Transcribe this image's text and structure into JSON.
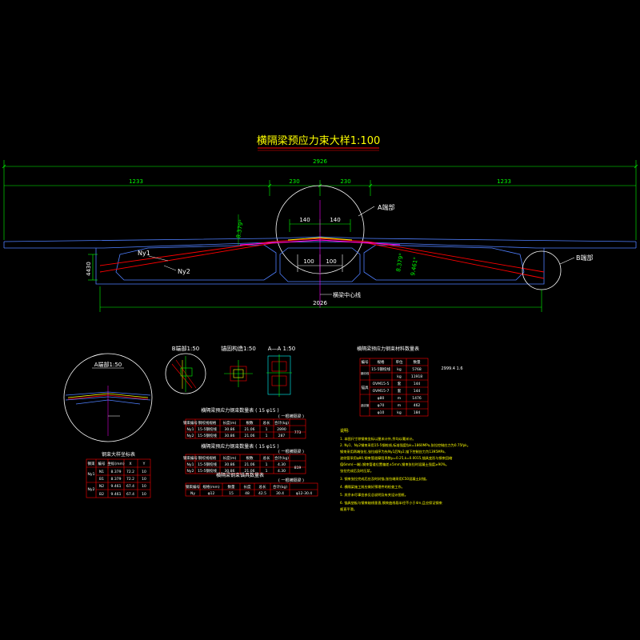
{
  "drawing": {
    "title": "横隔梁预应力束大样1:100",
    "dim_total": "2926",
    "dim_left": "1233",
    "dim_center_left": "230",
    "dim_center_right": "230",
    "dim_right": "1233",
    "dim_140_left": "140",
    "dim_140_right": "140",
    "dim_100_left": "100",
    "dim_100_right": "100",
    "dim_bottom": "2026",
    "dim_vertical": "4430",
    "angle_left": "8.379°",
    "angle_right_a": "8.379°",
    "angle_right_b": "9.461°",
    "label_ny1": "Ny1",
    "label_ny2": "Ny2",
    "label_detail_a": "A端部",
    "label_detail_b": "B端部",
    "label_centerline": "横梁中心线"
  },
  "detail_views": {
    "a_detail_title": "A端部1:50",
    "b_detail_title": "B端部1:50",
    "anchor_title": "锚固构造1:50",
    "section_title": "A—A 1:50"
  },
  "tables": {
    "materials_title": "横隔梁预应力钢束材料数量表",
    "materials_note": "2999.4 1.6",
    "materials_header": [
      "编号",
      "规格",
      "单位",
      "数量"
    ],
    "materials_rows": [
      [
        "钢绞线",
        "15-5钢绞线",
        "kg",
        "5768"
      ],
      [
        "",
        "",
        "kg",
        "11918"
      ],
      [
        "锚具",
        "OVM15-5",
        "套",
        "144"
      ],
      [
        "",
        "OVM15-7",
        "套",
        "144"
      ],
      [
        "波纹管",
        "φ80",
        "m",
        "1476"
      ],
      [
        "",
        "φ70",
        "m",
        "462"
      ],
      [
        "",
        "φ10",
        "kg",
        "184"
      ]
    ],
    "table1_title": "横隔梁预应力钢束数量表 ( 15 φ15 )",
    "table1_note": "( 一根横隔梁 )",
    "table1_header": [
      "钢束编号",
      "钢绞线规格",
      "长度(m)",
      "根数",
      "总长",
      "合计(kg)"
    ],
    "table1_rows": [
      [
        "Ny1",
        "15-5钢绞线",
        "30.86",
        "21.06",
        "1",
        "2890"
      ],
      [
        "Ny2",
        "15-5钢绞线",
        "30.86",
        "21.06",
        "1",
        "287"
      ]
    ],
    "table1_total": "773",
    "table2_title": "横隔梁预应力钢束数量表 ( 15 φ15 )",
    "table2_note": "( 一根横隔梁 )",
    "table2_header": [
      "钢束编号",
      "钢绞线规格",
      "长度(m)",
      "根数",
      "总长",
      "合计(kg)"
    ],
    "table2_rows": [
      [
        "Ny1",
        "15-5钢绞线",
        "30.86",
        "21.06",
        "1",
        "4.30"
      ],
      [
        "Ny2",
        "15-5钢绞线",
        "30.86",
        "21.06",
        "1",
        "4.30"
      ]
    ],
    "table2_total": "819",
    "table3_title": "横隔梁钢束锚具数量表",
    "table3_note": "( 一根横隔梁 )",
    "table3_header": [
      "钢束编号",
      "规格(mm)",
      "数量",
      "长度",
      "总长",
      "合计(kg)"
    ],
    "table3_rows": [
      [
        "Ny",
        "φ12",
        "15",
        "48",
        "42.5",
        "30.4",
        "φ12-30.4"
      ]
    ],
    "coord_title": "钢束大样坐标表",
    "coord_header": [
      "钢束",
      "编号",
      "坐标(mm)",
      "X",
      "Y"
    ],
    "coord_rows": [
      [
        "Ny1",
        "N1",
        "8.379",
        "72.2",
        "10"
      ],
      [
        "",
        "B1",
        "8.379",
        "72.2",
        "10"
      ],
      [
        "Ny2",
        "N2",
        "9.461",
        "67.4",
        "10"
      ],
      [
        "",
        "B2",
        "9.461",
        "67.4",
        "10"
      ]
    ]
  },
  "notes": {
    "heading": "说明:",
    "lines": [
      "1. 本图尺寸除钢束坐标以厘米计外,余均以毫米计。",
      "2. Ny1、Ny2钢束采用15-5钢绞线,标准强度fpk=1860MPa,张拉控制应力为0.75fpk。",
      "   钢束采用两端张拉,张拉顺序为先Ny1后Ny2,锚下控制应力为1395MPa,",
      "   波纹管采用φ80,钢束管道摩阻系数μ=0.25,k=0.0015,锚具变形与钢束回缩",
      "   值6mm(一端),钢束管道位置偏差±5mm,钢束张拉时混凝土强度≥90%。",
      "   张拉完成后及时压浆。",
      "3. 钢束张拉完成后应及时封锚,张拉端采用C50混凝土封锚。",
      "4. 横隔梁施工前应做好预埋件的检查工作。",
      "5. 其余未尽事宜参见总说明及有关设计图纸。",
      "6. 锚具垫板与钢束轴线垂直,钢束曲线段半径不小于4m,且应保证钢束",
      "   顺直平滑。"
    ]
  },
  "colors": {
    "background": "#000000",
    "green": "#00ff00",
    "cyan": "#00ffff",
    "red": "#ff0000",
    "yellow": "#ffff00",
    "white": "#ffffff",
    "magenta": "#ff00ff",
    "blue": "#4f7fff"
  }
}
